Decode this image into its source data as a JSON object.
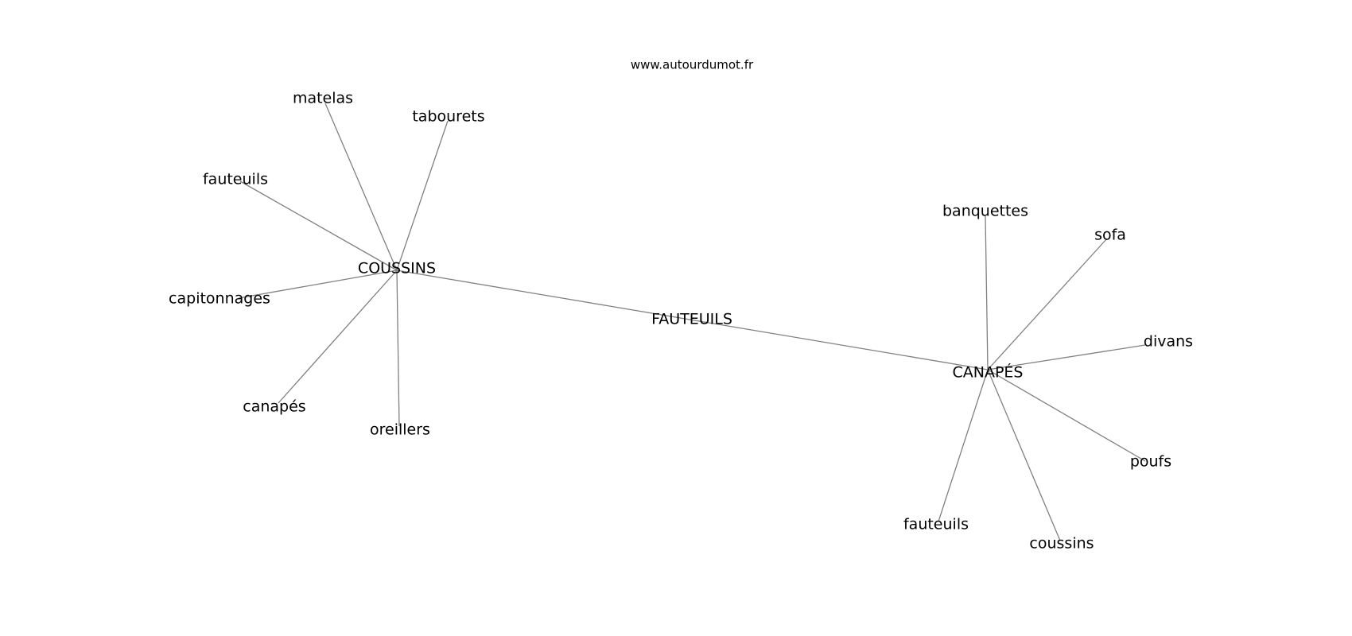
{
  "watermark": "www.autourdumot.fr",
  "colors": {
    "edge": "#808080",
    "text": "#000000",
    "background": "#ffffff"
  },
  "nodes": [
    {
      "id": "fauteuils_center",
      "label": "FAUTEUILS"
    },
    {
      "id": "coussins_hub",
      "label": "COUSSINS"
    },
    {
      "id": "canapes_hub",
      "label": "CANAPÉS"
    },
    {
      "id": "matelas",
      "label": "matelas"
    },
    {
      "id": "tabourets",
      "label": "tabourets"
    },
    {
      "id": "fauteuils_left",
      "label": "fauteuils"
    },
    {
      "id": "capitonnages",
      "label": "capitonnages"
    },
    {
      "id": "canapes_small",
      "label": "canapés"
    },
    {
      "id": "oreillers",
      "label": "oreillers"
    },
    {
      "id": "banquettes",
      "label": "banquettes"
    },
    {
      "id": "sofa",
      "label": "sofa"
    },
    {
      "id": "divans",
      "label": "divans"
    },
    {
      "id": "poufs",
      "label": "poufs"
    },
    {
      "id": "coussins_small",
      "label": "coussins"
    },
    {
      "id": "fauteuils_right",
      "label": "fauteuils"
    }
  ],
  "edges": [
    {
      "source": "coussins_hub",
      "target": "canapes_hub"
    },
    {
      "source": "coussins_hub",
      "target": "matelas"
    },
    {
      "source": "coussins_hub",
      "target": "tabourets"
    },
    {
      "source": "coussins_hub",
      "target": "fauteuils_left"
    },
    {
      "source": "coussins_hub",
      "target": "capitonnages"
    },
    {
      "source": "coussins_hub",
      "target": "canapes_small"
    },
    {
      "source": "coussins_hub",
      "target": "oreillers"
    },
    {
      "source": "canapes_hub",
      "target": "banquettes"
    },
    {
      "source": "canapes_hub",
      "target": "sofa"
    },
    {
      "source": "canapes_hub",
      "target": "divans"
    },
    {
      "source": "canapes_hub",
      "target": "poufs"
    },
    {
      "source": "canapes_hub",
      "target": "coussins_small"
    },
    {
      "source": "canapes_hub",
      "target": "fauteuils_right"
    }
  ]
}
